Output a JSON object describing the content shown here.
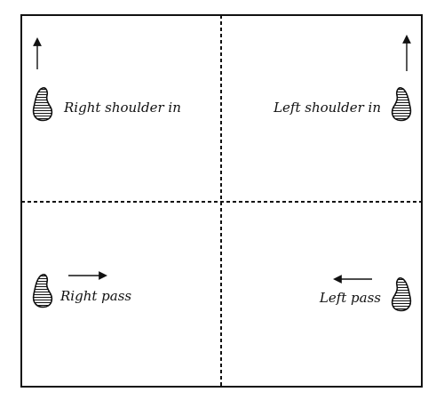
{
  "quadrants": {
    "top_left": {
      "label": "Right shoulder in",
      "arrow": "up",
      "figure": "rider-facing-left"
    },
    "top_right": {
      "label": "Left shoulder in",
      "arrow": "up",
      "figure": "rider-facing-right"
    },
    "bottom_left": {
      "label": "Right pass",
      "arrow": "right",
      "figure": "rider-facing-left"
    },
    "bottom_right": {
      "label": "Left pass",
      "arrow": "left",
      "figure": "rider-facing-right"
    }
  },
  "colors": {
    "ink": "#111111",
    "paper": "#ffffff"
  },
  "dividers": "dashed"
}
